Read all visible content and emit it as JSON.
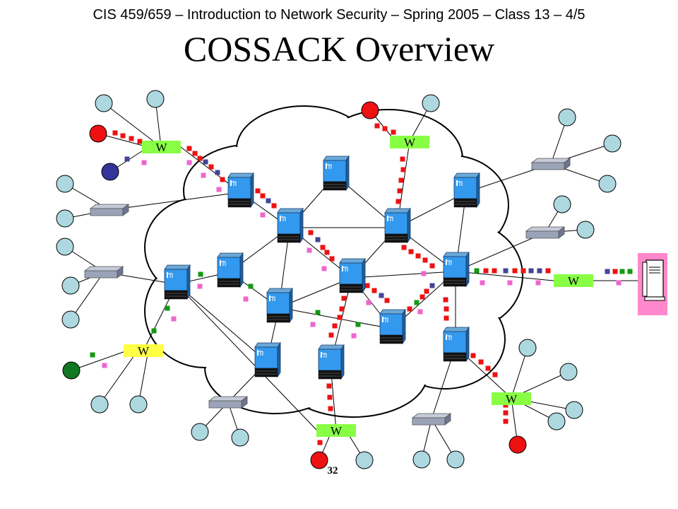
{
  "slide": {
    "header": "CIS 459/659 – Introduction to Network Security – Spring 2005 – Class 13 – 4/5",
    "title": "COSSACK Overview",
    "page_number": "32"
  },
  "watchdog_label": "W",
  "colors": {
    "attack_packet": "#ee1111",
    "legit_packet": "#ee66cc",
    "control_packet": "#444499",
    "green_packet": "#119911",
    "host_fill": "#add8e0",
    "attacker_host": "#ee1111",
    "blue_host": "#333399",
    "green_host": "#117722",
    "watchdog_green": "#88ff44",
    "watchdog_yellow": "#ffff44",
    "server_bg": "#ff88cc",
    "router_blue": "#3399ee"
  }
}
